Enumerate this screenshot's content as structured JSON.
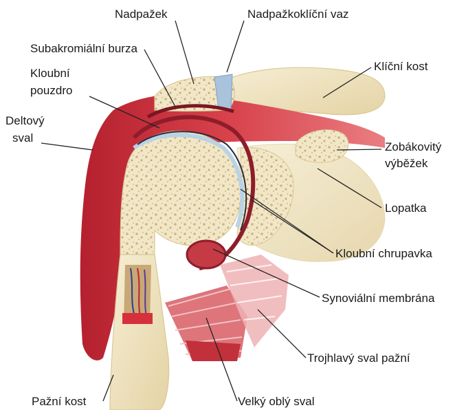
{
  "labels": {
    "nadpazek": "Nadpažek",
    "nadpazkoklicni_vaz": "Nadpažkoklíční vaz",
    "subakromialni_burza": "Subakromiální burza",
    "kloubni_pouzdro_1": "Kloubní",
    "kloubni_pouzdro_2": "pouzdro",
    "klicni_kost": "Klíční kost",
    "deltovy_sval_1": "Deltový",
    "deltovy_sval_2": "sval",
    "zobakovity_vybezek_1": "Zobákovitý",
    "zobakovity_vybezek_2": "výběžek",
    "lopatka": "Lopatka",
    "kloubni_chrupavka": "Kloubní chrupavka",
    "synovialni_membrana": "Synoviální membrána",
    "trojhlavy_sval_pazni": "Trojhlavý sval pažní",
    "pazni_kost": "Pažní kost",
    "velky_obly_sval": "Velký oblý sval"
  },
  "colors": {
    "bone": "#efe4c2",
    "bone_edge": "#d9c894",
    "muscle": "#c9313d",
    "muscle_light": "#e98a8e",
    "cartilage": "#b9d3e6",
    "capsule": "#8e1d2b",
    "leader_line": "#222222"
  }
}
